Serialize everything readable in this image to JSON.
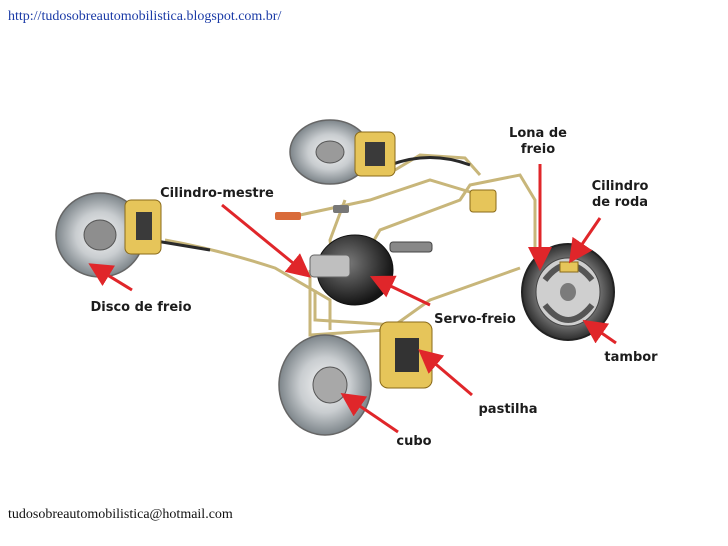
{
  "header": {
    "url": "http://tudosobreautomobilistica.blogspot.com.br/"
  },
  "footer": {
    "email": "tudosobreautomobilistica@hotmail.com"
  },
  "diagram": {
    "labels": {
      "lona": "Lona de\nfreio",
      "cilindro_roda": "Cilindro\nde roda",
      "cilindro_mestre": "Cilindro-mestre",
      "disco": "Disco de freio",
      "servo": "Servo-freio",
      "tambor": "tambor",
      "pastilha": "pastilha",
      "cubo": "cubo"
    },
    "colors": {
      "arrow": "#e0262a",
      "pipe": "#c8b67a",
      "caliper": "#e6c55a",
      "disc": "#9aa3a8"
    }
  }
}
